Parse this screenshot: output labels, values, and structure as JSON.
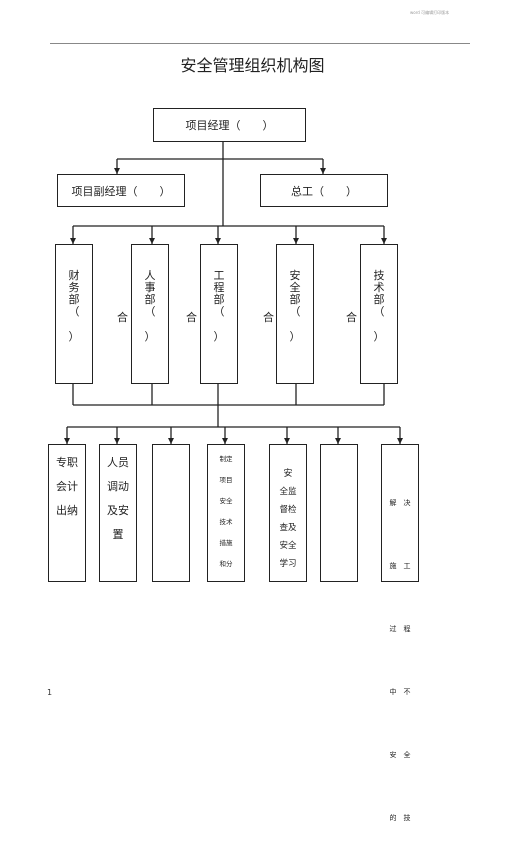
{
  "header": {
    "small_text": "word 可编辑打印版本"
  },
  "title": "安全管理组织机构图",
  "top": {
    "label": "项目经理（　　）"
  },
  "second": [
    {
      "label": "项目副经理（　　）"
    },
    {
      "label": "总工（　　）"
    }
  ],
  "departments": [
    {
      "chars": [
        "财",
        "务",
        "部",
        "（",
        "",
        "）"
      ]
    },
    {
      "chars": [
        "人",
        "事",
        "部",
        "（",
        "",
        "）"
      ]
    },
    {
      "chars": [
        "工",
        "程",
        "部",
        "（",
        "",
        "）"
      ]
    },
    {
      "chars": [
        "安",
        "全",
        "部",
        "（",
        "",
        "）"
      ]
    },
    {
      "chars": [
        "技",
        "术",
        "部",
        "（",
        "",
        "）"
      ]
    }
  ],
  "he_labels": [
    "合",
    "合",
    "合",
    "合"
  ],
  "duties": [
    {
      "lines": [
        "专职",
        "会计",
        "出纳"
      ]
    },
    {
      "lines": [
        "人员",
        "调动",
        "及安",
        "置"
      ]
    },
    {
      "lines": []
    },
    {
      "lines": [
        "制定",
        "项目",
        "安全",
        "技术",
        "措施",
        "和分"
      ]
    },
    {
      "lines": [
        "安",
        "全监",
        "督检",
        "查及",
        "安全",
        "学习"
      ]
    },
    {
      "lines": []
    },
    {
      "lines": [
        "解　决",
        "施　工",
        "过　程",
        "中　不",
        "安　全",
        "的　技"
      ]
    }
  ],
  "page_number": "1"
}
